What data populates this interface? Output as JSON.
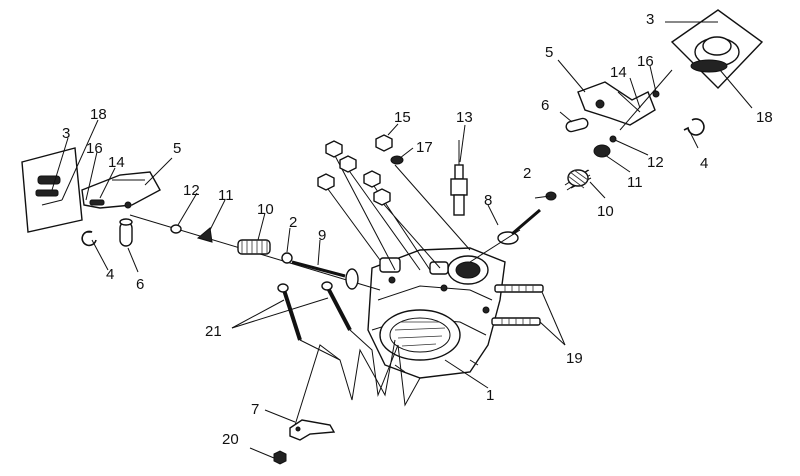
{
  "diagram": {
    "labels": {
      "l1": "1",
      "l2a": "2",
      "l2b": "2",
      "l3a": "3",
      "l3b": "3",
      "l4a": "4",
      "l4b": "4",
      "l5a": "5",
      "l5b": "5",
      "l6a": "6",
      "l6b": "6",
      "l7": "7",
      "l8": "8",
      "l9": "9",
      "l10a": "10",
      "l10b": "10",
      "l11a": "11",
      "l11b": "11",
      "l12a": "12",
      "l12b": "12",
      "l13": "13",
      "l14a": "14",
      "l14b": "14",
      "l15": "15",
      "l16a": "16",
      "l16b": "16",
      "l17": "17",
      "l18a": "18",
      "l18b": "18",
      "l19": "19",
      "l20": "20",
      "l21": "21"
    }
  }
}
